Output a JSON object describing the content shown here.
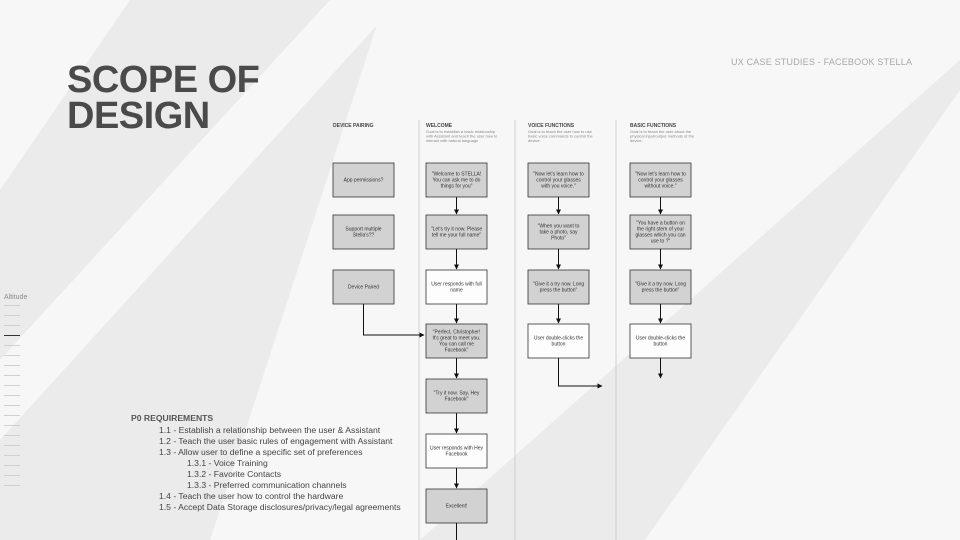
{
  "title": {
    "line1": "SCOPE OF",
    "line2": "DESIGN"
  },
  "header_right": "UX CASE STUDIES - FACEBOOK STELLA",
  "altitude": {
    "label": "Altitude",
    "tick_count": 19,
    "active_index": 3
  },
  "requirements": {
    "title": "P0 REQUIREMENTS",
    "items": [
      {
        "level": 1,
        "text": "1.1 - Establish a relationship between the user & Assistant"
      },
      {
        "level": 1,
        "text": "1.2 - Teach the user basic rules of engagement with Assistant"
      },
      {
        "level": 1,
        "text": "1.3 - Allow user to define a specific set of preferences"
      },
      {
        "level": 2,
        "text": "1.3.1 - Voice Training"
      },
      {
        "level": 2,
        "text": "1.3.2 - Favorite Contacts"
      },
      {
        "level": 2,
        "text": "1.3.3 - Preferred communication channels"
      },
      {
        "level": 1,
        "text": "1.4 - Teach the user how to control the hardware"
      },
      {
        "level": 1,
        "text": "1.5 - Accept Data Storage disclosures/privacy/legal agreements"
      }
    ]
  },
  "flow": {
    "columns": [
      {
        "id": "device-pairing",
        "title": "DEVICE PAIRING",
        "description": [],
        "boxes": [
          {
            "lines": [
              "App permissions?"
            ],
            "fill": "gray"
          },
          {
            "lines": [
              "Support multiple",
              "Stella's??"
            ],
            "fill": "gray"
          },
          {
            "lines": [
              "Device Paired"
            ],
            "fill": "gray"
          }
        ]
      },
      {
        "id": "welcome",
        "title": "WELCOME",
        "description": [
          "Goal is to establish a basic relationship",
          "with Assistant and teach the user how to",
          "interact with natural language"
        ],
        "boxes": [
          {
            "lines": [
              "\"Welcome to STELLA!",
              "You can ask me to do",
              "things for you\""
            ],
            "fill": "gray"
          },
          {
            "lines": [
              "\"Let's try it now. Please",
              "tell me your full name\""
            ],
            "fill": "gray"
          },
          {
            "lines": [
              "User responds with full",
              "name"
            ],
            "fill": "white"
          },
          {
            "lines": [
              "\"Perfect, Christopher!",
              "It's great to meet you.",
              "You can call me",
              "Facebook\""
            ],
            "fill": "gray"
          },
          {
            "lines": [
              "\"Try it now. Say, Hey",
              "Facebook\""
            ],
            "fill": "gray"
          },
          {
            "lines": [
              "User responds with Hey",
              "Facebook"
            ],
            "fill": "white"
          },
          {
            "lines": [
              "Excellent!"
            ],
            "fill": "gray"
          }
        ]
      },
      {
        "id": "voice-functions",
        "title": "VOICE FUNCTIONS",
        "description": [
          "Goal is to teach the user how to use",
          "basic voice commands to control the",
          "device."
        ],
        "boxes": [
          {
            "lines": [
              "\"Now let's learn how to",
              "control your glasses",
              "with you voice.\""
            ],
            "fill": "gray"
          },
          {
            "lines": [
              "\"When you want to",
              "take a photo, say",
              "Photo\""
            ],
            "fill": "gray"
          },
          {
            "lines": [
              "\"Give it a try now.  Long",
              "press the button\""
            ],
            "fill": "gray"
          },
          {
            "lines": [
              "User double-clicks the",
              "button"
            ],
            "fill": "white"
          }
        ]
      },
      {
        "id": "basic-functions",
        "title": "BASIC FUNCTIONS",
        "description": [
          "Goal is to teach the user about the",
          "physical input/output methods of the",
          "device."
        ],
        "boxes": [
          {
            "lines": [
              "\"Now let's learn how to",
              "control your glasses",
              "without voice.\""
            ],
            "fill": "gray"
          },
          {
            "lines": [
              "\"You have a button on",
              "the right stem of your",
              "glasses which you can",
              "use to ?\""
            ],
            "fill": "gray"
          },
          {
            "lines": [
              "\"Give it a try now.  Long",
              "press the button\""
            ],
            "fill": "gray"
          },
          {
            "lines": [
              "User double-clicks the",
              "button"
            ],
            "fill": "white"
          }
        ]
      }
    ]
  }
}
